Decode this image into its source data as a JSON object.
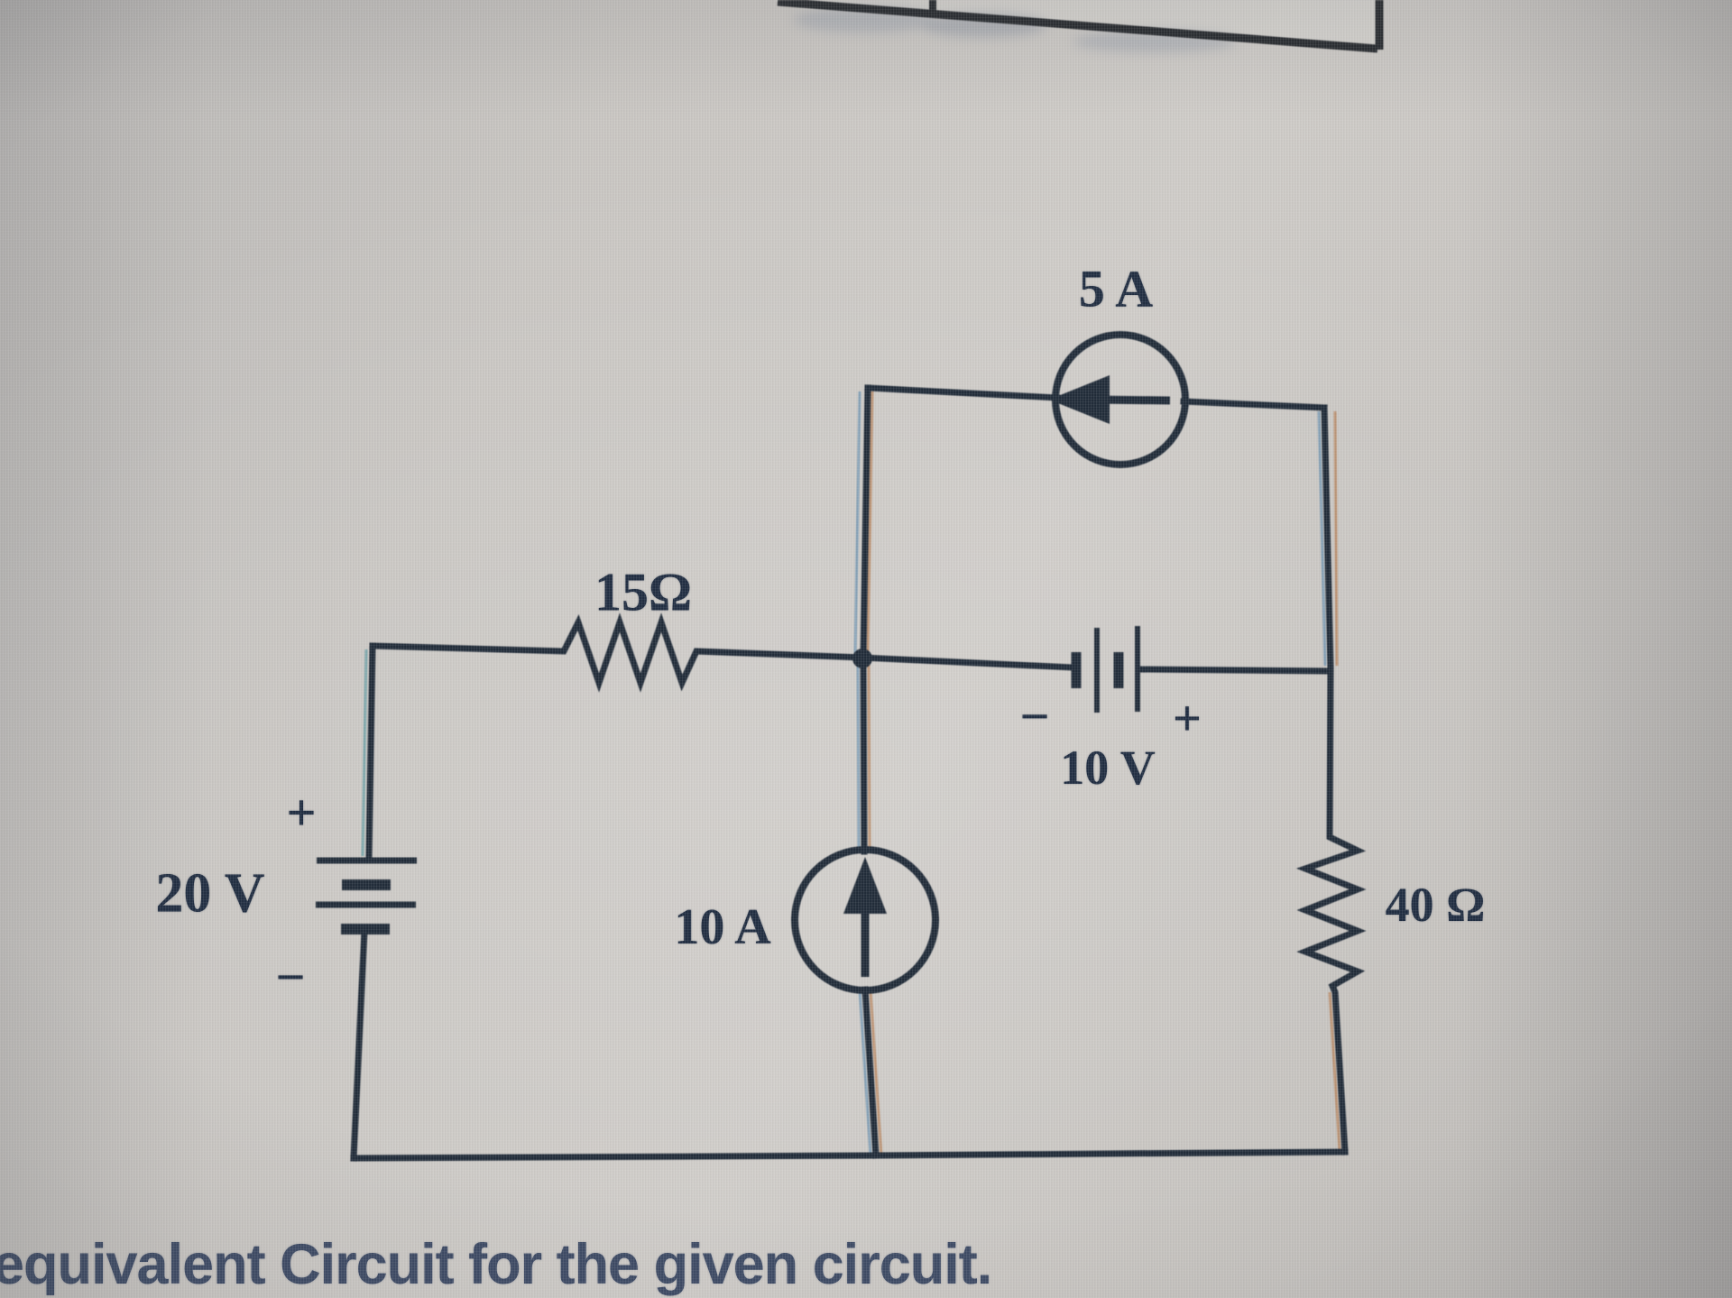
{
  "caption": {
    "text": "equivalent Circuit for the given circuit."
  },
  "circuit": {
    "current_source_5a": {
      "label": "5 A",
      "type": "current-source",
      "arrow_direction": "left"
    },
    "resistor_15": {
      "label": "15Ω"
    },
    "battery_10v": {
      "label": "10 V",
      "minus": "−",
      "plus": "+"
    },
    "source_20v": {
      "label": "20 V",
      "plus": "+",
      "minus": "−"
    },
    "current_source_10a": {
      "label": "10 A",
      "type": "current-source",
      "arrow_direction": "up"
    },
    "resistor_40": {
      "label": "40 Ω"
    }
  },
  "colors": {
    "wire": "#202b38",
    "label_text": "#1f2c40",
    "caption_text": "#3c4963",
    "screen_background": "#c9c6c2"
  }
}
